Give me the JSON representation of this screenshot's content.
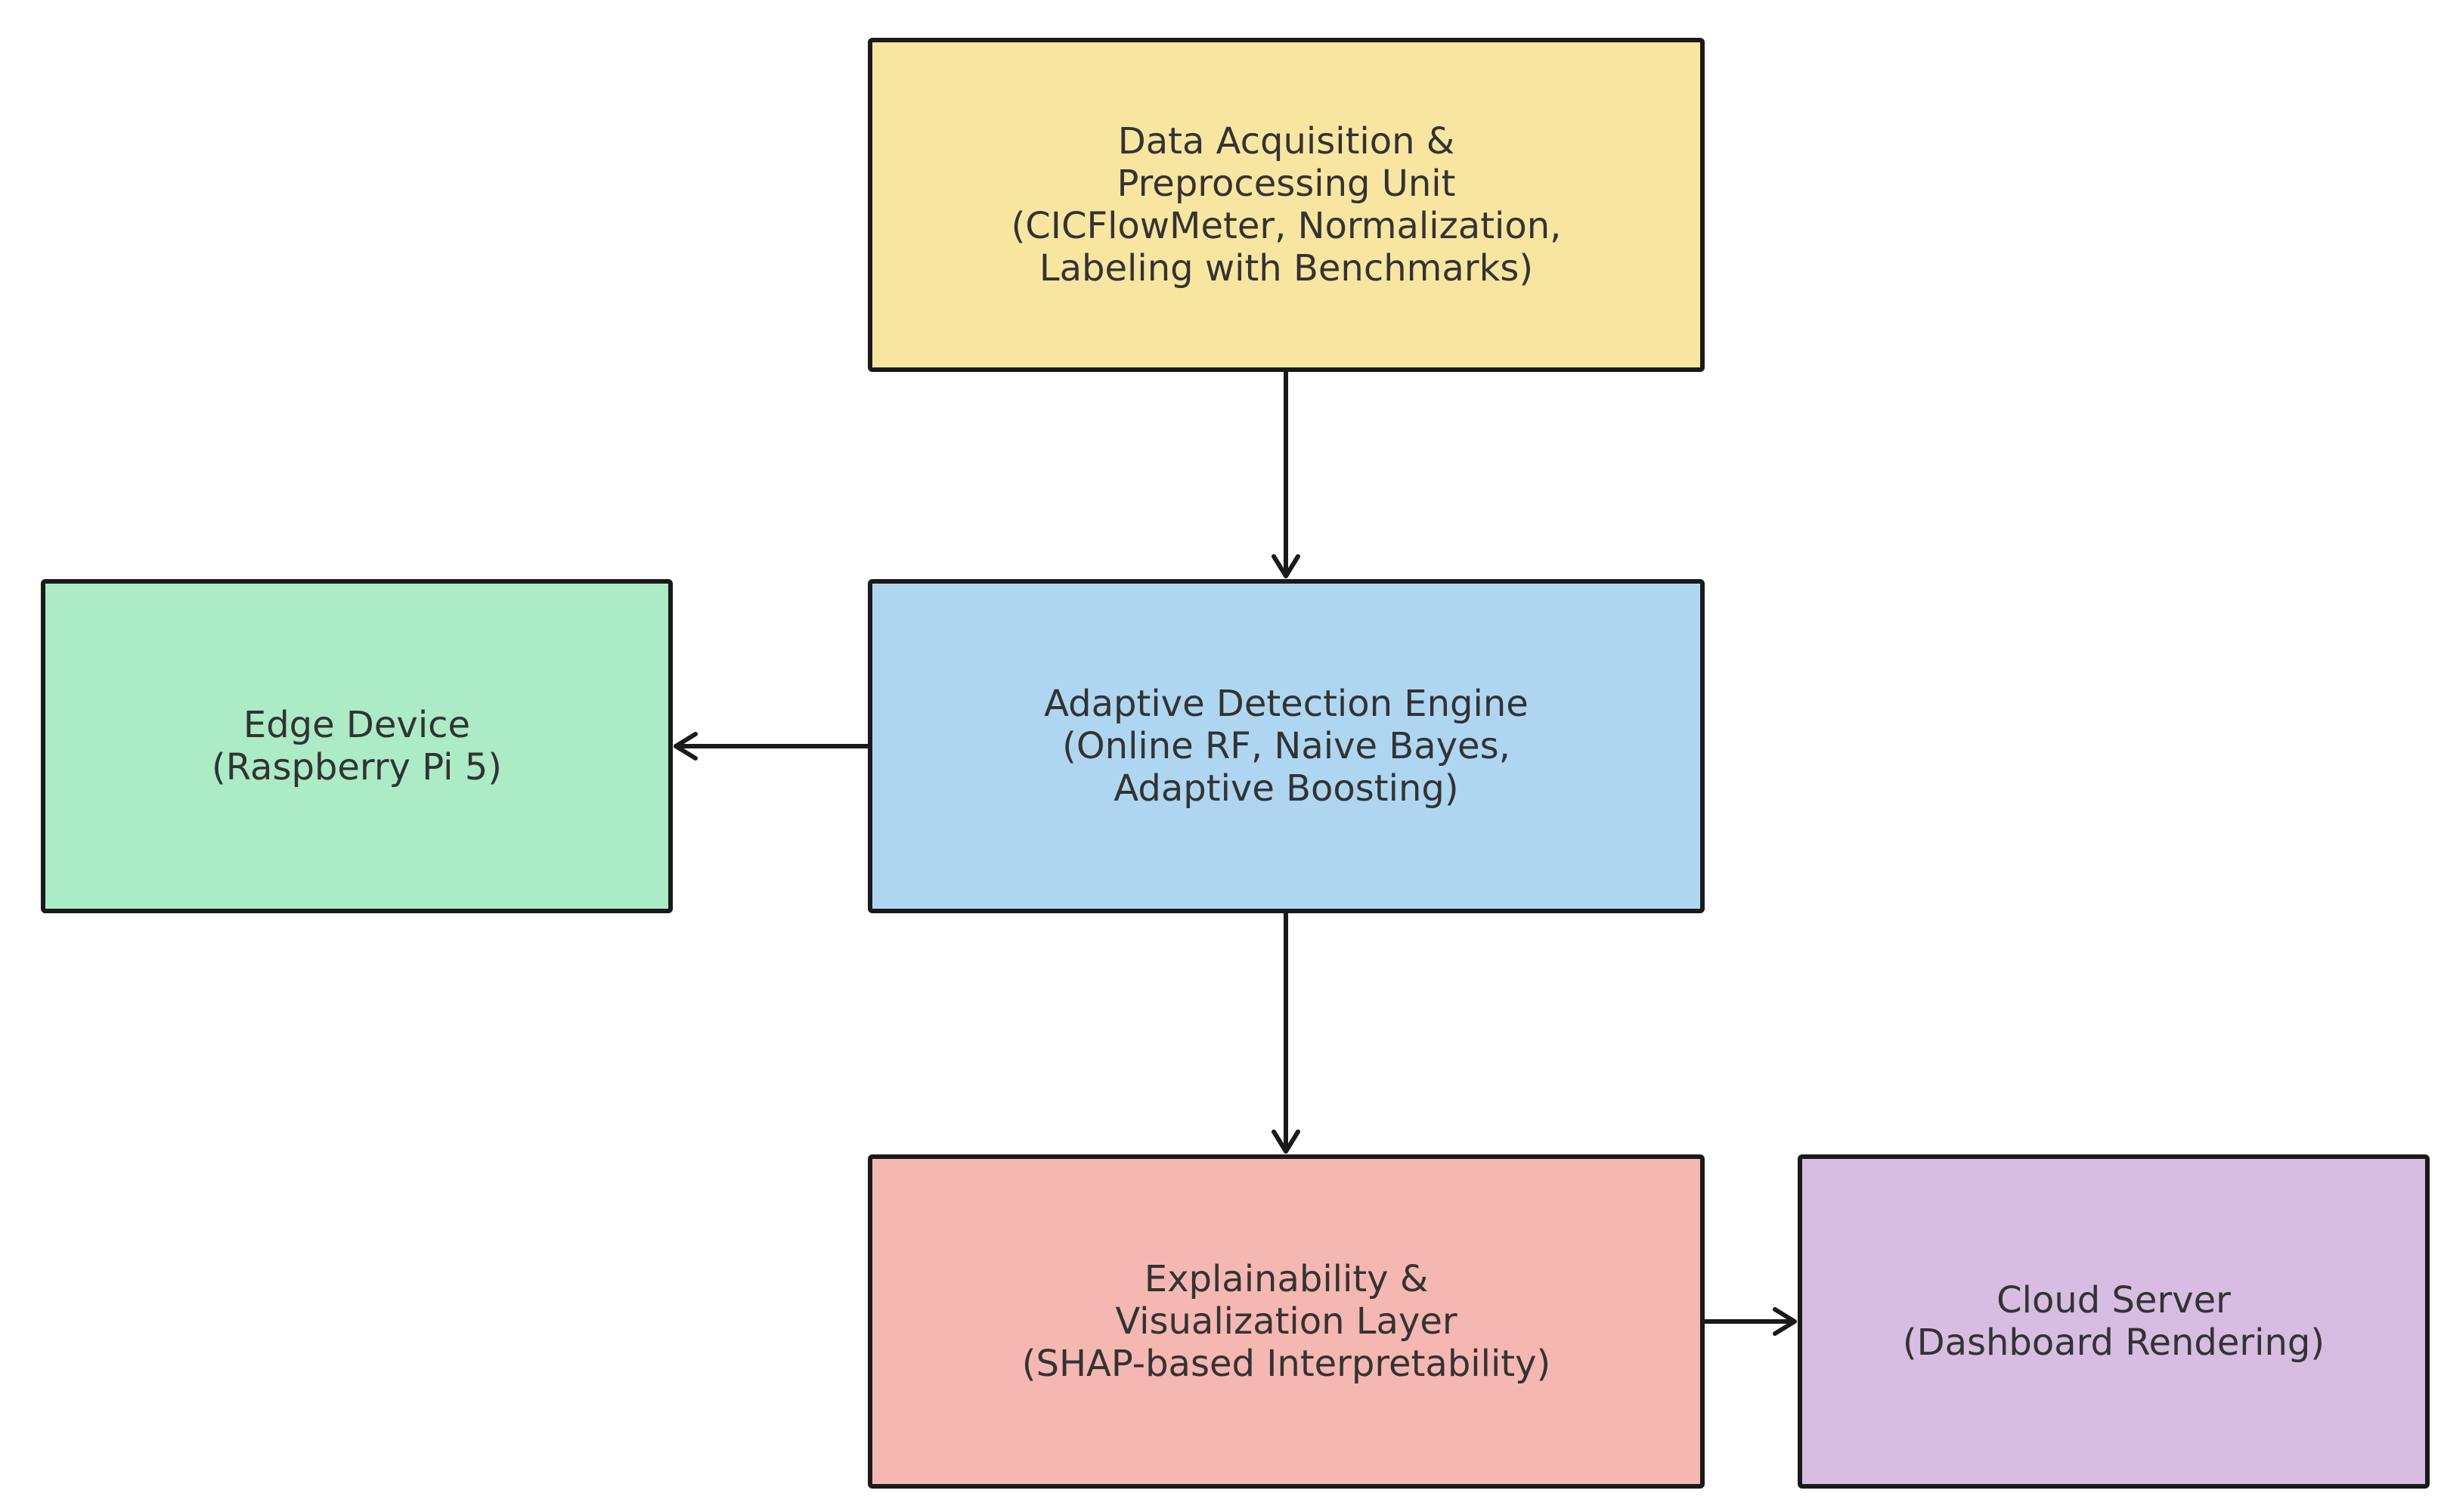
{
  "diagram": {
    "boxes": [
      {
        "id": "data-acquisition",
        "fill": "#F8E6A0",
        "lines": [
          "Data Acquisition &",
          "Preprocessing Unit",
          "(CICFlowMeter, Normalization,",
          "Labeling with Benchmarks)"
        ]
      },
      {
        "id": "adaptive-engine",
        "fill": "#AED6F1",
        "lines": [
          "Adaptive Detection Engine",
          "(Online RF, Naive Bayes,",
          "Adaptive Boosting)"
        ]
      },
      {
        "id": "edge-device",
        "fill": "#ABEBC6",
        "lines": [
          "Edge Device",
          "(Raspberry Pi 5)"
        ]
      },
      {
        "id": "explainability",
        "fill": "#F5B7B1",
        "lines": [
          "Explainability &",
          "Visualization Layer",
          "(SHAP-based Interpretability)"
        ]
      },
      {
        "id": "cloud-server",
        "fill": "#D7BDE2",
        "lines": [
          "Cloud Server",
          "(Dashboard Rendering)"
        ]
      }
    ],
    "arrows": [
      {
        "from": "data-acquisition",
        "to": "adaptive-engine"
      },
      {
        "from": "adaptive-engine",
        "to": "edge-device"
      },
      {
        "from": "adaptive-engine",
        "to": "explainability"
      },
      {
        "from": "explainability",
        "to": "cloud-server"
      }
    ],
    "colors": {
      "stroke": "#1a1a1a",
      "text": "#333333",
      "background": "#ffffff"
    }
  }
}
